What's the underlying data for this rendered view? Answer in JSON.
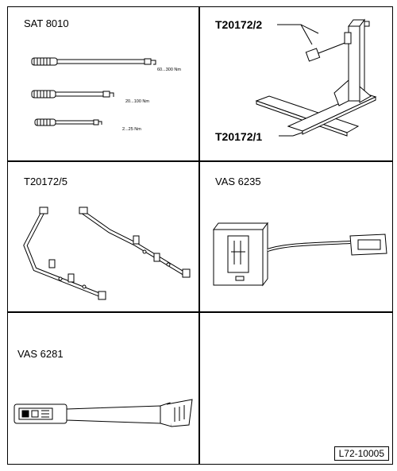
{
  "tools": [
    {
      "name": "SAT 8010",
      "ranges": [
        "60...300 Nm",
        "20...100 Nm",
        "2...25 Nm"
      ]
    },
    {
      "parts": [
        "T20172/2",
        "T20172/1"
      ]
    },
    {
      "name": "T20172/5"
    },
    {
      "name": "VAS 6235"
    },
    {
      "name": "VAS 6281"
    }
  ],
  "reference": "L72-10005"
}
